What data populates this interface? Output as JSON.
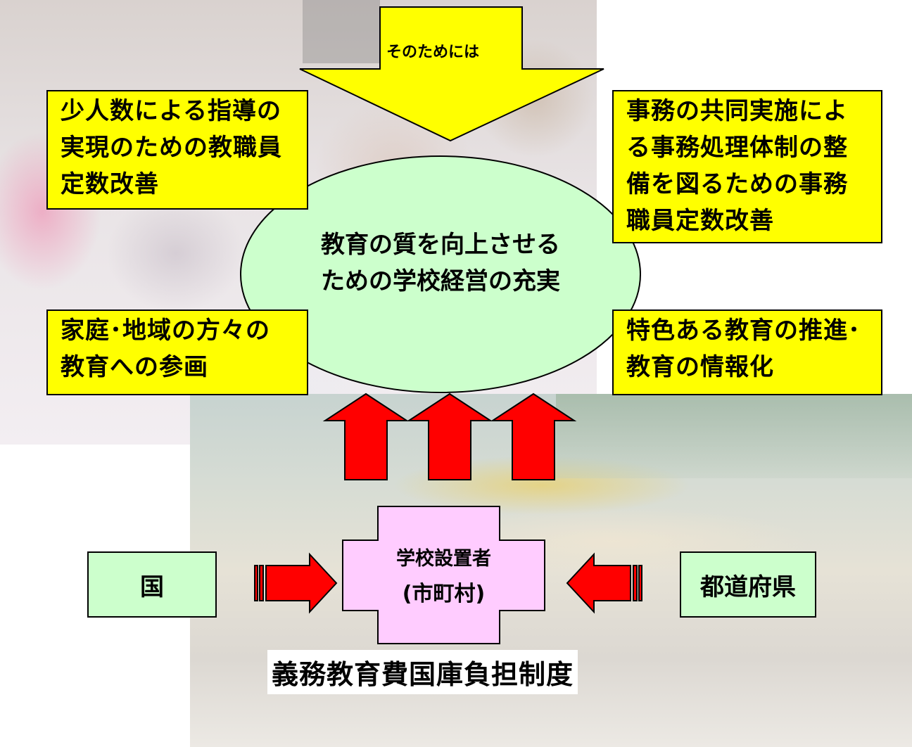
{
  "top_arrow": {
    "label": "そのためには"
  },
  "center": {
    "lines": [
      "教育の質を向上させる",
      "ための学校経営の充実"
    ]
  },
  "boxes": {
    "top_left": {
      "lines": [
        "少人数による指導の",
        "実現のための教職員",
        "定数改善"
      ]
    },
    "top_right": {
      "lines": [
        "事務の共同実施によ",
        "る事務処理体制の整",
        "備を図るための事務",
        "職員定数改善"
      ]
    },
    "bottom_left": {
      "lines": [
        "家庭･地域の方々の",
        "教育への参画"
      ]
    },
    "bottom_right": {
      "lines": [
        "特色ある教育の推進･",
        "教育の情報化"
      ]
    }
  },
  "founder": {
    "line1": "学校設置者",
    "line2": "(市町村)"
  },
  "country": {
    "label": "国"
  },
  "prefecture": {
    "label": "都道府県"
  },
  "caption": "義務教育費国庫負担制度",
  "colors": {
    "yellow": "#ffff00",
    "light_green": "#ccffcc",
    "pink": "#ffccff",
    "red": "#ff0000"
  }
}
